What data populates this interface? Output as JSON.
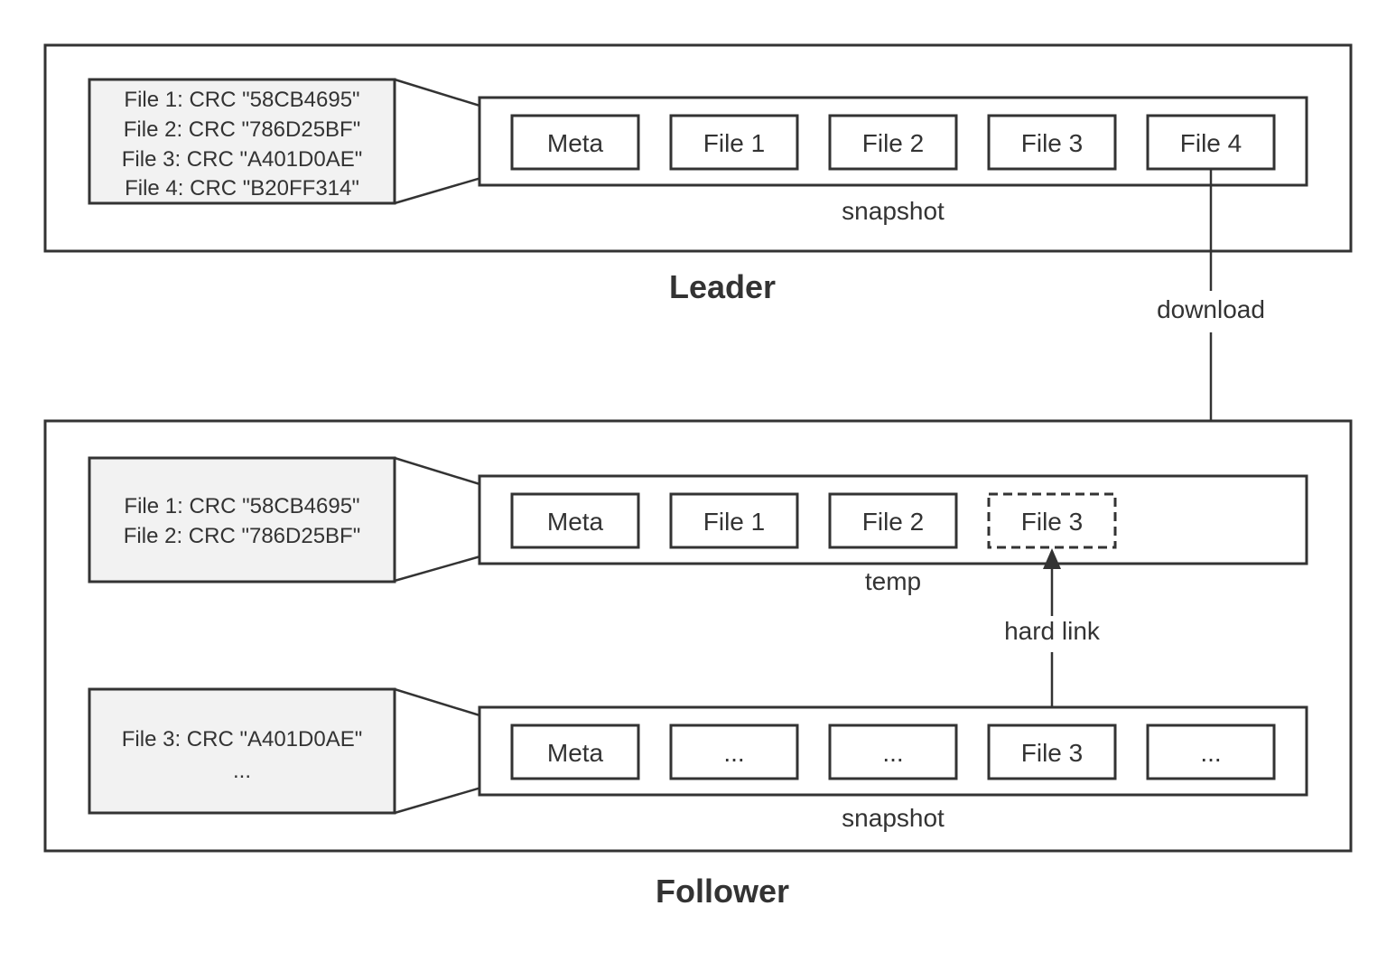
{
  "leader": {
    "title": "Leader",
    "meta_lines": [
      "File 1: CRC \"58CB4695\"",
      "File 2: CRC \"786D25BF\"",
      "File 3: CRC \"A401D0AE\"",
      "File 4: CRC \"B20FF314\""
    ],
    "snapshot_label": "snapshot",
    "files": [
      "Meta",
      "File 1",
      "File 2",
      "File 3",
      "File 4"
    ]
  },
  "follower": {
    "title": "Follower",
    "temp": {
      "meta_lines": [
        "File 1: CRC \"58CB4695\"",
        "File 2: CRC \"786D25BF\""
      ],
      "label": "temp",
      "files": [
        "Meta",
        "File 1",
        "File 2",
        "File 3"
      ]
    },
    "snapshot": {
      "meta_lines": [
        "File 3: CRC \"A401D0AE\"",
        "..."
      ],
      "label": "snapshot",
      "files": [
        "Meta",
        "...",
        "...",
        "File 3",
        "..."
      ]
    }
  },
  "edges": {
    "download_label": "download",
    "hard_link_label": "hard link"
  }
}
